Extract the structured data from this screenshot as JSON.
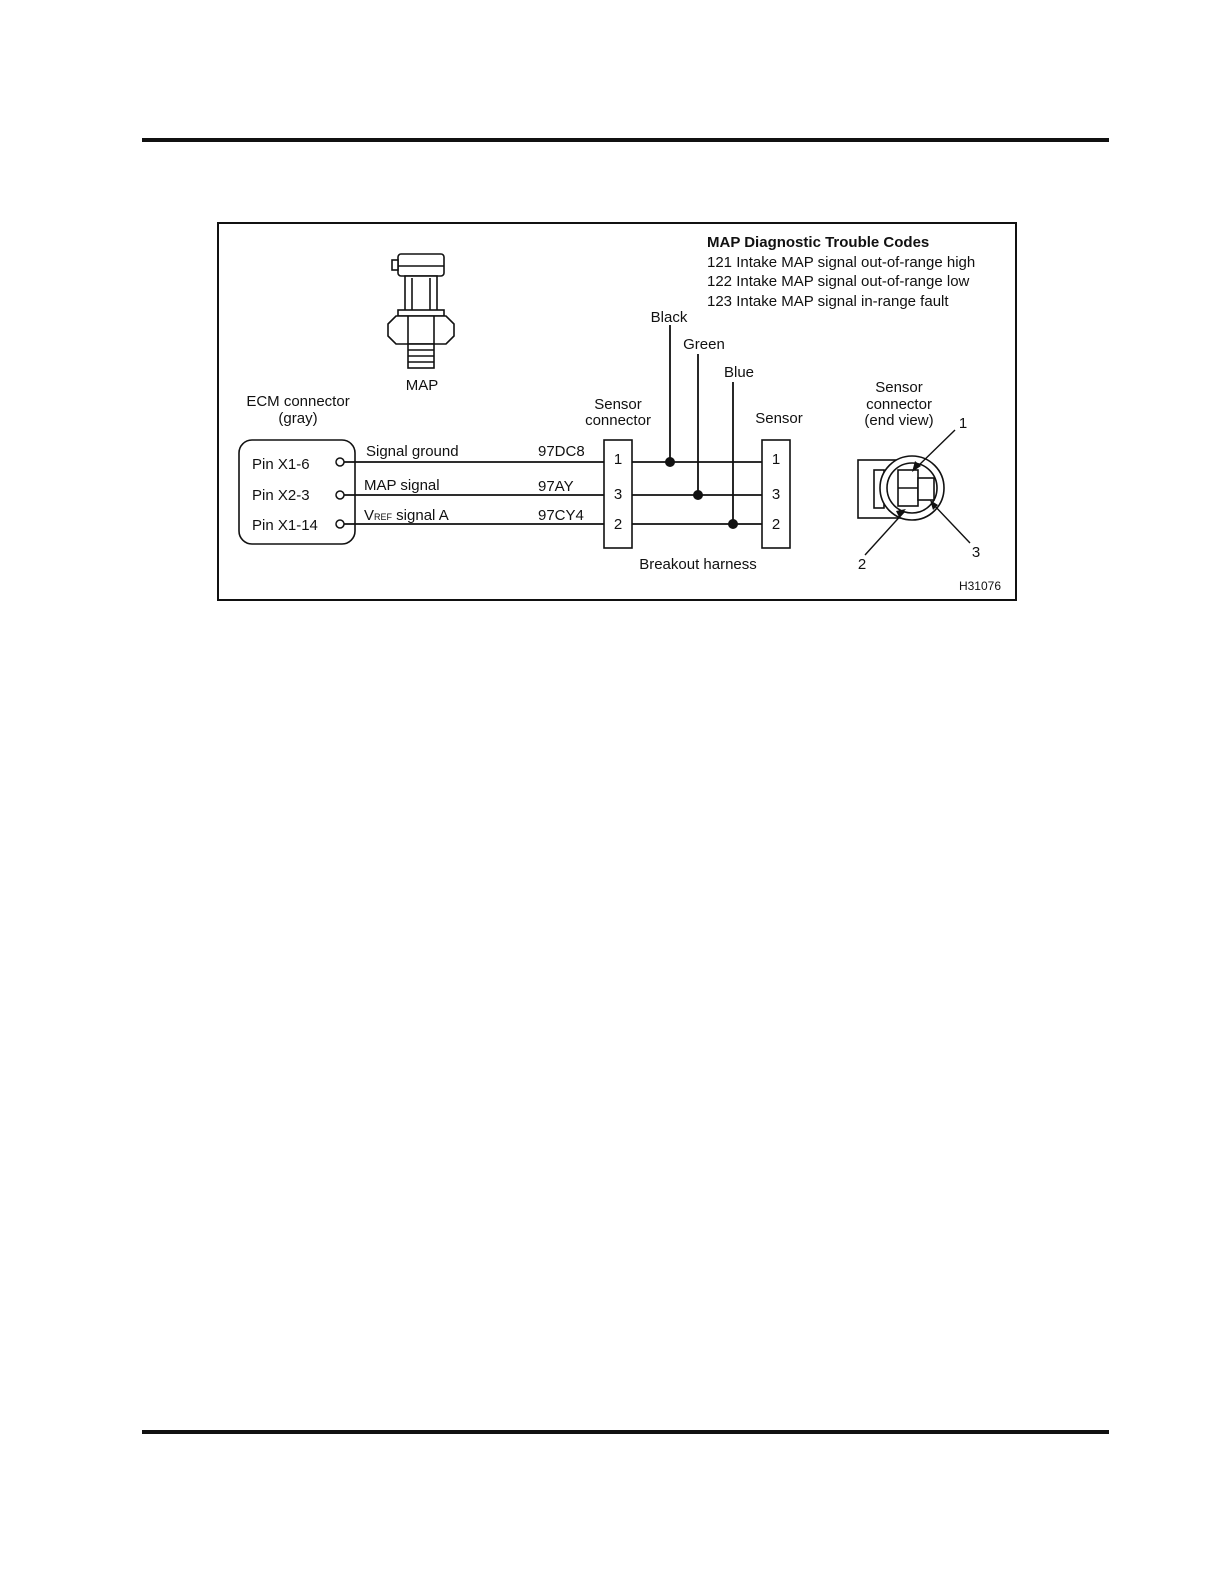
{
  "figure": {
    "dtc": {
      "title": "MAP Diagnostic Trouble Codes",
      "codes": [
        "121 Intake MAP signal out-of-range high",
        "122 Intake MAP signal out-of-range low",
        "123 Intake MAP signal in-range fault"
      ]
    },
    "map_label": "MAP",
    "ecm": {
      "title_line1": "ECM connector",
      "title_line2": "(gray)",
      "pins": [
        "Pin X1-6",
        "Pin X2-3",
        "Pin X1-14"
      ]
    },
    "signals": {
      "signal_ground": "Signal ground",
      "map_signal": "MAP signal",
      "vref_prefix": "V",
      "vref_sub": "REF",
      "vref_rest": " signal A"
    },
    "circuits": [
      "97DC8",
      "97AY",
      "97CY4"
    ],
    "sensor_connector": {
      "line1": "Sensor",
      "line2": "connector",
      "pins": [
        "1",
        "3",
        "2"
      ]
    },
    "wire_colors": [
      "Black",
      "Green",
      "Blue"
    ],
    "sensor": {
      "label": "Sensor",
      "pins": [
        "1",
        "3",
        "2"
      ]
    },
    "breakout_label": "Breakout harness",
    "end_view": {
      "line1": "Sensor",
      "line2": "connector",
      "line3": "(end view)",
      "pin_labels": [
        "1",
        "2",
        "3"
      ]
    },
    "figure_id": "H31076"
  }
}
